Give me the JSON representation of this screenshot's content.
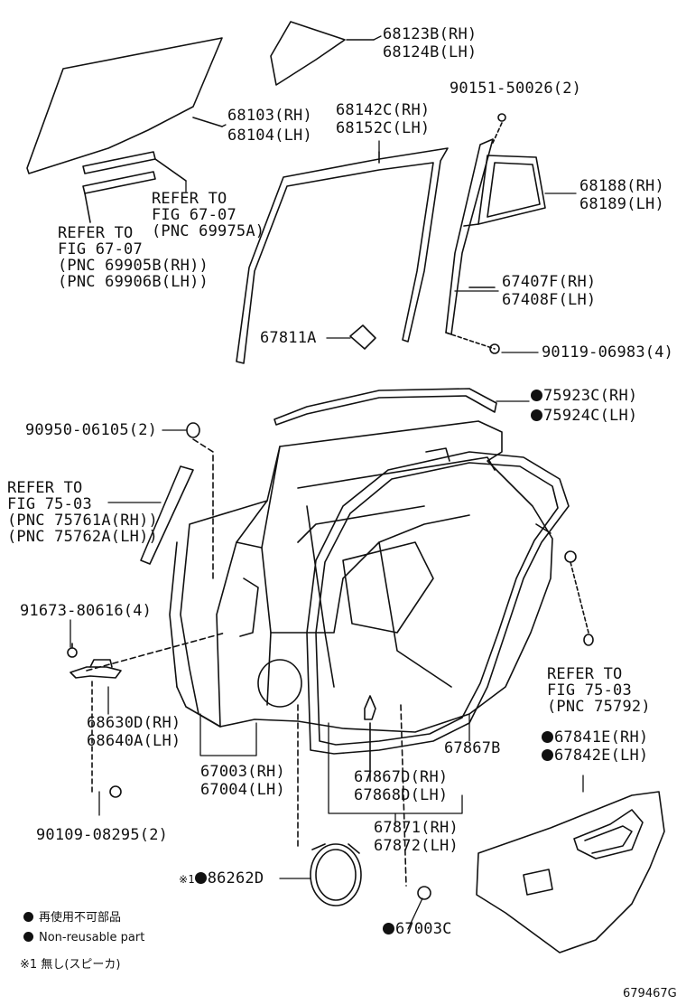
{
  "parts": {
    "p68123b": "68123B(RH)",
    "p68124b": "68124B(LH)",
    "p90151": "90151-50026(2)",
    "p68142c": "68142C(RH)",
    "p68152c": "68152C(LH)",
    "p68103": "68103(RH)",
    "p68104": "68104(LH)",
    "p68188": "68188(RH)",
    "p68189": "68189(LH)",
    "p67407f": "67407F(RH)",
    "p67408f": "67408F(LH)",
    "p67811a": "67811A",
    "p90119": "90119-06983(4)",
    "p75923c": "75923C(RH)",
    "p75924c": "75924C(LH)",
    "p90950": "90950-06105(2)",
    "p91673": "91673-80616(4)",
    "p68630d": "68630D(RH)",
    "p68640a": "68640A(LH)",
    "p67003": "67003(RH)",
    "p67004": "67004(LH)",
    "p67867b": "67867B",
    "p67867d": "67867D(RH)",
    "p67868d": "67868D(LH)",
    "p67841e": "67841E(RH)",
    "p67842e": "67842E(LH)",
    "p67871": "67871(RH)",
    "p67872": "67872(LH)",
    "p90109": "90109-08295(2)",
    "p86262d": "86262D",
    "p67003c": "67003C"
  },
  "refs": {
    "r1_l1": "REFER TO",
    "r1_l2": "FIG 67-07",
    "r1_l3": "(PNC 69975A)",
    "r2_l1": "REFER TO",
    "r2_l2": "FIG 67-07",
    "r2_l3": "(PNC 69905B(RH))",
    "r2_l4": "(PNC 69906B(LH))",
    "r3_l1": "REFER TO",
    "r3_l2": "FIG 75-03",
    "r3_l3": "(PNC 75761A(RH))",
    "r3_l4": "(PNC 75762A(LH))",
    "r4_l1": "REFER TO",
    "r4_l2": "FIG 75-03",
    "r4_l3": "(PNC 75792)"
  },
  "legend": {
    "jp": "再使用不可部品",
    "en": "Non-reusable part",
    "note_mark": "※1",
    "note_text": "無し(スピーカ)",
    "note_ref_mark": "※1"
  },
  "figure_id": "679467G"
}
